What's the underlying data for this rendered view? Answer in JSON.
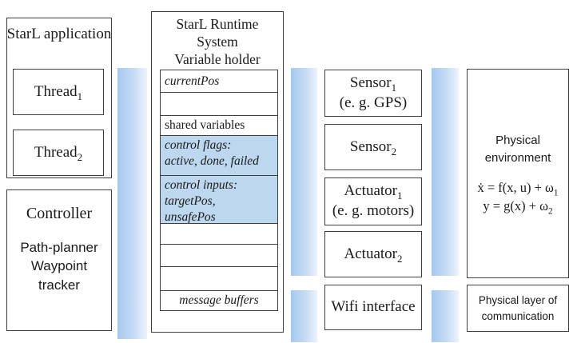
{
  "colors": {
    "border_color": "#3f3f3f",
    "row_highlight": "#bdd7ee",
    "bar_gradient_start": "#a6c8f0",
    "bar_gradient_end": "#ecf3fc"
  },
  "left": {
    "app_title": "StarL application",
    "thread1": {
      "base": "Thread",
      "sub": "1"
    },
    "thread2": {
      "base": "Thread",
      "sub": "2"
    },
    "controller_title": "Controller",
    "controller_lines": [
      "Path-planner",
      "Waypoint",
      "tracker"
    ]
  },
  "runtime": {
    "title_lines": [
      "StarL Runtime",
      "System",
      "Variable holder"
    ],
    "rows": {
      "current_pos": "currentPos",
      "shared_variables": "shared variables",
      "control_flags_line1": "control flags:",
      "control_flags_line2": "active, done, failed",
      "control_inputs_line1": "control inputs:",
      "control_inputs_line2": "targetPos,",
      "control_inputs_line3": "unsafePos",
      "message_buffers": "message buffers"
    }
  },
  "devices": {
    "sensor1": {
      "base": "Sensor",
      "sub": "1",
      "note": "(e. g. GPS)"
    },
    "sensor2": {
      "base": "Sensor",
      "sub": "2"
    },
    "actuator1": {
      "base": "Actuator",
      "sub": "1",
      "note": "(e. g. motors)"
    },
    "actuator2": {
      "base": "Actuator",
      "sub": "2"
    },
    "wifi_label": "Wifi interface"
  },
  "physical": {
    "env_title": "Physical environment",
    "eq1": {
      "base": "ẋ = f(x, u) + ω",
      "sub": "1"
    },
    "eq2": {
      "base": "y = g(x) + ω",
      "sub": "2"
    },
    "layer_label": "Physical layer of communication"
  }
}
